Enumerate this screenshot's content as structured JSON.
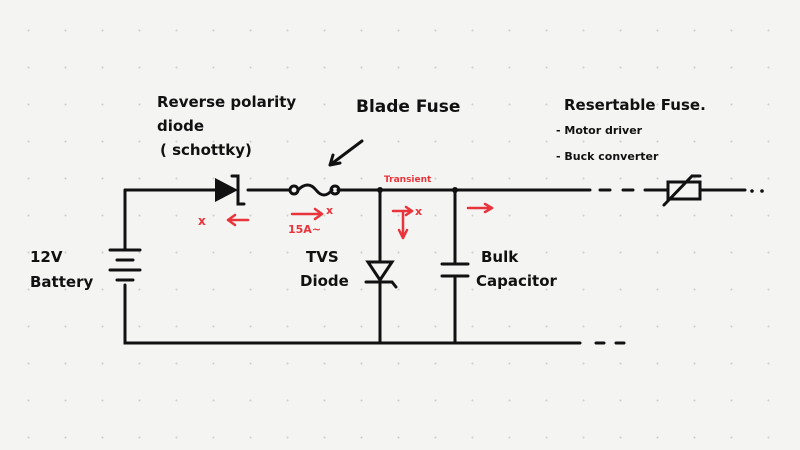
{
  "labels": {
    "reverse_diode": [
      "Reverse polarity",
      "diode",
      "( schottky)"
    ],
    "blade_fuse": "Blade Fuse",
    "resettable_fuse": "Resertable Fuse.",
    "resettable_uses": [
      "- Motor driver",
      "- Buck converter"
    ],
    "battery": [
      "12V",
      "Battery"
    ],
    "tvs": [
      "TVS",
      "Diode"
    ],
    "capacitor": [
      "Bulk",
      "Capacitor"
    ]
  },
  "annotations": {
    "transient": "Transient",
    "fuse_rating": "15A~",
    "blocked_mark": "x"
  },
  "colors": {
    "ink": "#111111",
    "annotation": "#e8343a",
    "paper": "#f4f4f2"
  }
}
